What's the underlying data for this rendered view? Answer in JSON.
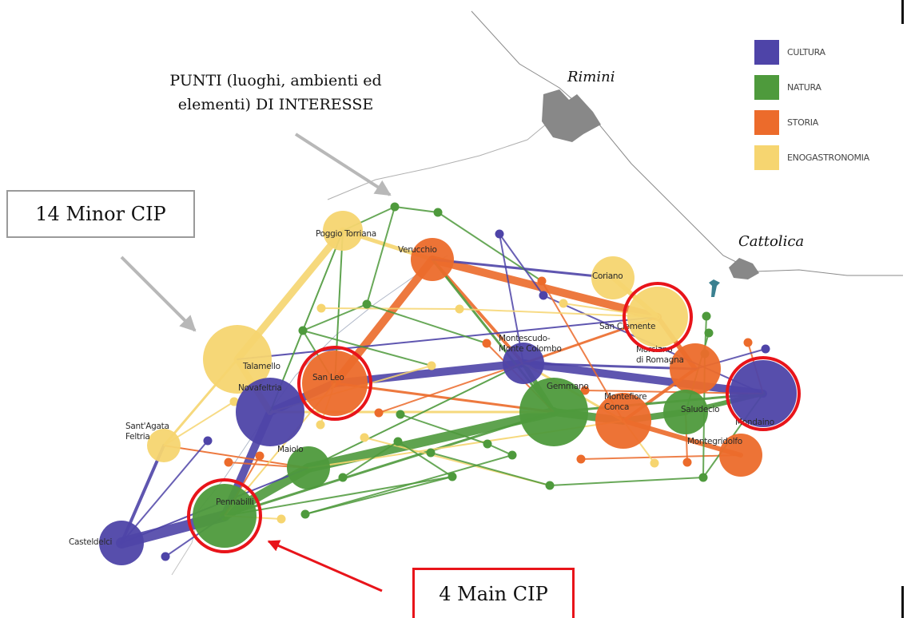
{
  "legend": {
    "items": [
      {
        "label": "CULTURA",
        "color": "#4e44a8"
      },
      {
        "label": "NATURA",
        "color": "#4e9a3c"
      },
      {
        "label": "STORIA",
        "color": "#ec6b2b"
      },
      {
        "label": "ENOGASTRONOMIA",
        "color": "#f6d570"
      }
    ]
  },
  "cities": {
    "rimini": "Rimini",
    "cattolica": "Cattolica"
  },
  "annotations": {
    "points_of_interest": "PUNTI (luoghi, ambienti ed elementi) DI INTERESSE",
    "minor_cip": "14 Minor CIP",
    "main_cip": "4 Main CIP"
  },
  "colors": {
    "cultura": "#4e44a8",
    "natura": "#4e9a3c",
    "storia": "#ec6b2b",
    "enogastronomia": "#f6d570",
    "highlight": "#e8141a",
    "arrow": "#b8b8b8",
    "city": "#888888"
  },
  "places": [
    {
      "id": "poggio",
      "name": "Poggio Torriana",
      "category": "enogastronomia"
    },
    {
      "id": "verucchio",
      "name": "Verucchio",
      "category": "storia"
    },
    {
      "id": "coriano",
      "name": "Coriano",
      "category": "enogastronomia"
    },
    {
      "id": "sanclemente",
      "name": "San Clemente",
      "category": "enogastronomia"
    },
    {
      "id": "talamello",
      "name": "Talamello",
      "category": "enogastronomia"
    },
    {
      "id": "novafeltria",
      "name": "Novafeltria",
      "category": "cultura"
    },
    {
      "id": "sanleo",
      "name": "San Leo",
      "category": "storia"
    },
    {
      "id": "montescudo",
      "name": "Montescudo-Monte Colombo",
      "category": "cultura"
    },
    {
      "id": "morciano",
      "name": "Morciano di Romagna",
      "category": "storia"
    },
    {
      "id": "gemmano",
      "name": "Gemmano",
      "category": "natura"
    },
    {
      "id": "montefiore",
      "name": "Montefiore Conca",
      "category": "storia"
    },
    {
      "id": "saludecio",
      "name": "Saludecio",
      "category": "natura"
    },
    {
      "id": "mondaino",
      "name": "Mondaino",
      "category": "cultura"
    },
    {
      "id": "montegridolfo",
      "name": "Montegridolfo",
      "category": "storia"
    },
    {
      "id": "santagata",
      "name": "Sant'Agata Feltria",
      "category": "enogastronomia"
    },
    {
      "id": "maiolo",
      "name": "Maiolo",
      "category": "natura"
    },
    {
      "id": "pennabilli",
      "name": "Pennabilli",
      "category": "natura"
    },
    {
      "id": "casteldelci",
      "name": "Casteldelci",
      "category": "cultura"
    }
  ]
}
